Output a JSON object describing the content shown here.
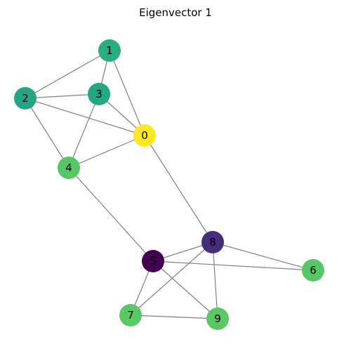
{
  "title": "Eigenvector 1",
  "edge_color": "#808080",
  "label_color": "#000000",
  "nodes": [
    {
      "id": "0",
      "label": "0",
      "color": "#fde725"
    },
    {
      "id": "1",
      "label": "1",
      "color": "#29af7f"
    },
    {
      "id": "2",
      "label": "2",
      "color": "#25a584"
    },
    {
      "id": "3",
      "label": "3",
      "color": "#22a785"
    },
    {
      "id": "4",
      "label": "4",
      "color": "#56c667"
    },
    {
      "id": "5",
      "label": "5",
      "color": "#440154"
    },
    {
      "id": "6",
      "label": "6",
      "color": "#56c667"
    },
    {
      "id": "7",
      "label": "7",
      "color": "#5ac864"
    },
    {
      "id": "8",
      "label": "8",
      "color": "#472c7a"
    },
    {
      "id": "9",
      "label": "9",
      "color": "#5ac864"
    }
  ],
  "edges": [
    [
      "1",
      "2"
    ],
    [
      "1",
      "3"
    ],
    [
      "1",
      "0"
    ],
    [
      "2",
      "3"
    ],
    [
      "2",
      "0"
    ],
    [
      "2",
      "4"
    ],
    [
      "3",
      "0"
    ],
    [
      "3",
      "4"
    ],
    [
      "0",
      "4"
    ],
    [
      "0",
      "8"
    ],
    [
      "4",
      "5"
    ],
    [
      "5",
      "8"
    ],
    [
      "5",
      "6"
    ],
    [
      "5",
      "7"
    ],
    [
      "5",
      "9"
    ],
    [
      "8",
      "6"
    ],
    [
      "8",
      "7"
    ],
    [
      "8",
      "9"
    ],
    [
      "7",
      "9"
    ]
  ]
}
